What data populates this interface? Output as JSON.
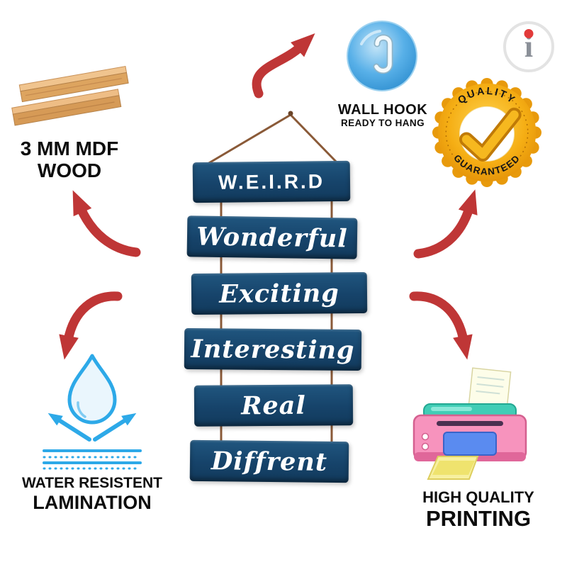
{
  "brand": {
    "logo_letter": "i"
  },
  "sign": {
    "planks": [
      {
        "text": "W.E.I.R.D"
      },
      {
        "text": "Wonderful"
      },
      {
        "text": "Exciting"
      },
      {
        "text": "Interesting"
      },
      {
        "text": "Real"
      },
      {
        "text": "Diffrent"
      }
    ]
  },
  "features": {
    "mdf": {
      "line1": "3 MM MDF",
      "line2": "WOOD"
    },
    "wall_hook": {
      "line1": "WALL HOOK",
      "line2": "READY TO HANG"
    },
    "quality_badge": {
      "arc_top": "QUALITY",
      "arc_bottom": "GUARANTEED"
    },
    "lamination": {
      "line1": "WATER RESISTENT",
      "line2": "LAMINATION"
    },
    "printing": {
      "line1": "HIGH QUALITY",
      "line2": "PRINTING"
    }
  },
  "colors": {
    "plank_navy": "#16436a",
    "arrow_red": "#bf3636",
    "badge_gold": "#f2a71b",
    "hook_blue": "#4aa3df",
    "water_blue": "#2da9e8",
    "printer_pink": "#f793bd"
  }
}
